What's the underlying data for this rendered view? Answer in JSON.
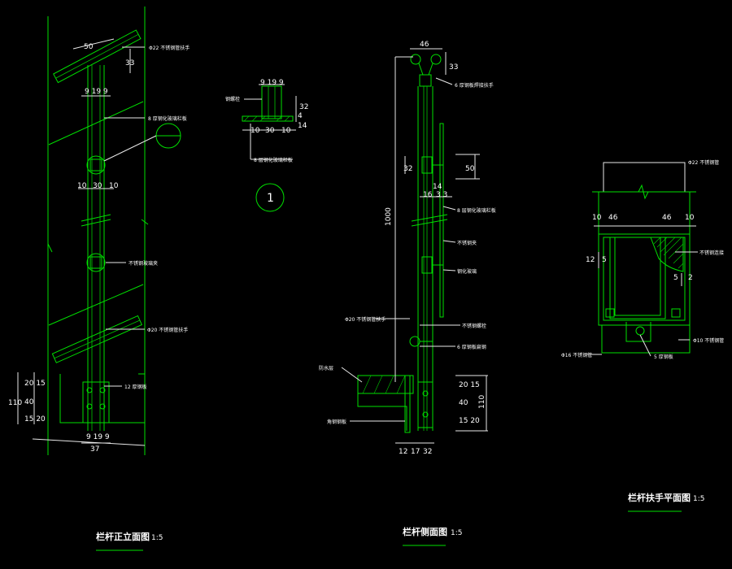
{
  "views": {
    "front": {
      "title": "栏杆正立面图",
      "scale": "1:5"
    },
    "section": {
      "title": "栏杆侧面图",
      "scale": "1:5"
    },
    "plan": {
      "title": "栏杆扶手平面图",
      "scale": "1:5"
    }
  },
  "detail_bubble": "1",
  "front_labels": {
    "handrail_top": "Φ22 不锈钢管扶手",
    "glass": "8 厚钢化玻璃栏板",
    "clamp": "不锈钢玻璃夹",
    "handrail_low": "Φ20 不锈钢管扶手",
    "bolt": "12 厚钢板"
  },
  "front_dims": {
    "d50": "50",
    "d33": "33",
    "d9199": "9 19 9",
    "d10a": "10",
    "d30": "30",
    "d10b": "10",
    "d110": "110",
    "d2015": "20 15",
    "d40": "40",
    "d1520": "15 20",
    "d9199b": "9 19 9",
    "d37": "37"
  },
  "detail_labels": {
    "bolt": "钢螺栓",
    "glass": "8 层钢化玻璃栏板"
  },
  "detail_dims": {
    "d9199": "9 19 9",
    "d32": "32",
    "d4": "4",
    "d14": "14",
    "d10": "10",
    "d30": "30",
    "d10b": "10"
  },
  "section_labels": {
    "steel_plate": "6 厚钢板焊接扶手",
    "glass": "8 层钢化玻璃栏板",
    "clamp_top": "不锈钢夹",
    "clamp_mid": "钢化玻璃",
    "handrail": "Φ20 不锈钢管扶手",
    "fixing": "不锈钢螺栓",
    "plate": "6 厚钢板扁钢",
    "waterproof": "防水层",
    "steel_angle": "角钢钢板"
  },
  "section_dims": {
    "d46": "46",
    "d33": "33",
    "d32": "32",
    "d50": "50",
    "d14": "14",
    "d16": "16",
    "d303": "3 3",
    "d1000": "1000",
    "d2015": "20 15",
    "d40": "40",
    "d1520": "15 20",
    "d110": "110",
    "d12": "12",
    "d17": "17",
    "d32b": "32"
  },
  "plan_labels": {
    "top": "Φ22 不锈钢管",
    "glass": "不锈钢连接",
    "rod": "Φ10 不锈钢管",
    "left": "Φ16 不锈钢管",
    "bottom": "5 厚钢板"
  },
  "plan_dims": {
    "d10": "10",
    "d46": "46",
    "d46b": "46",
    "d10b": "10",
    "d12": "12",
    "d5": "5",
    "d5b": "5",
    "d2": "2"
  }
}
